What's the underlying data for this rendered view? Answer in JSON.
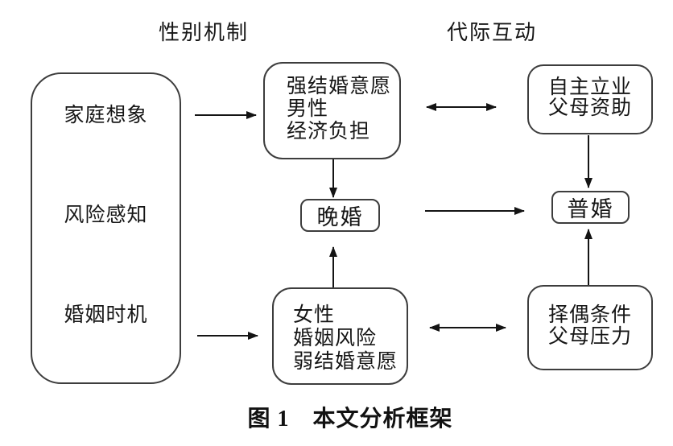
{
  "diagram": {
    "headers": {
      "gender_mechanism": "性别机制",
      "intergenerational_interaction": "代际互动"
    },
    "nodes": {
      "background": {
        "lines": [
          "家庭想象",
          "风险感知",
          "婚姻时机"
        ]
      },
      "male": {
        "lines": [
          "强结婚意愿",
          "男性",
          "经济负担"
        ]
      },
      "independence": {
        "lines": [
          "自主立业",
          "父母资助"
        ]
      },
      "late_marriage": {
        "label": "晚婚"
      },
      "universal_marriage": {
        "label": "普婚"
      },
      "female": {
        "lines": [
          "女性",
          "婚姻风险",
          "弱结婚意愿"
        ]
      },
      "mate_selection": {
        "lines": [
          "择偶条件",
          "父母压力"
        ]
      }
    },
    "edges": [
      {
        "from": "background",
        "to": "male",
        "type": "arrow"
      },
      {
        "from": "background",
        "to": "female",
        "type": "arrow"
      },
      {
        "from": "male",
        "to": "independence",
        "type": "double-arrow"
      },
      {
        "from": "female",
        "to": "mate_selection",
        "type": "double-arrow"
      },
      {
        "from": "male",
        "to": "late_marriage",
        "type": "arrow"
      },
      {
        "from": "female",
        "to": "late_marriage",
        "type": "arrow"
      },
      {
        "from": "late_marriage",
        "to": "universal_marriage",
        "type": "arrow"
      },
      {
        "from": "independence",
        "to": "universal_marriage",
        "type": "arrow"
      },
      {
        "from": "mate_selection",
        "to": "universal_marriage",
        "type": "arrow"
      }
    ],
    "caption": "图 1　本文分析框架",
    "colors": {
      "line": "#141414",
      "border": "#3d3d3d",
      "text": "#161616",
      "background": "#ffffff"
    }
  }
}
